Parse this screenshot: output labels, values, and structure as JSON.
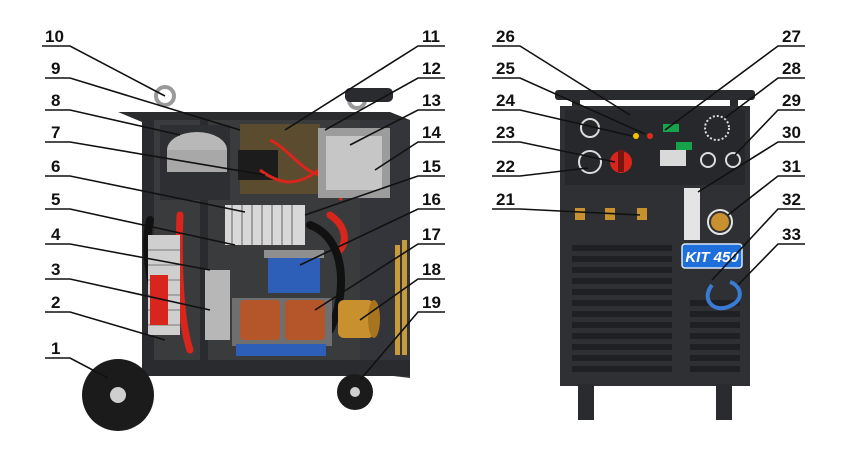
{
  "figure": {
    "left_view": "machine-interior-side",
    "right_view": "machine-front-panel"
  },
  "brand_badge": {
    "text": "KIT 450",
    "color": "#1e6fd9"
  },
  "colors": {
    "cabinet": "#3a3b3d",
    "cabinet_dark": "#262729",
    "panel": "#2f3033",
    "transformer_copper": "#b5552a",
    "coil_blue": "#2e5fb8",
    "red_parts": "#d8261c",
    "brass": "#c8902e",
    "tire": "#1b1b1b",
    "hub": "#cfcfcf"
  },
  "callouts": [
    {
      "id": "c1",
      "label": "1"
    },
    {
      "id": "c2",
      "label": "2"
    },
    {
      "id": "c3",
      "label": "3"
    },
    {
      "id": "c4",
      "label": "4"
    },
    {
      "id": "c5",
      "label": "5"
    },
    {
      "id": "c6",
      "label": "6"
    },
    {
      "id": "c7",
      "label": "7"
    },
    {
      "id": "c8",
      "label": "8"
    },
    {
      "id": "c9",
      "label": "9"
    },
    {
      "id": "c10",
      "label": "10"
    },
    {
      "id": "c11",
      "label": "11"
    },
    {
      "id": "c12",
      "label": "12"
    },
    {
      "id": "c13",
      "label": "13"
    },
    {
      "id": "c14",
      "label": "14"
    },
    {
      "id": "c15",
      "label": "15"
    },
    {
      "id": "c16",
      "label": "16"
    },
    {
      "id": "c17",
      "label": "17"
    },
    {
      "id": "c18",
      "label": "18"
    },
    {
      "id": "c19",
      "label": "19"
    },
    {
      "id": "c21",
      "label": "21"
    },
    {
      "id": "c22",
      "label": "22"
    },
    {
      "id": "c23",
      "label": "23"
    },
    {
      "id": "c24",
      "label": "24"
    },
    {
      "id": "c25",
      "label": "25"
    },
    {
      "id": "c26",
      "label": "26"
    },
    {
      "id": "c27",
      "label": "27"
    },
    {
      "id": "c28",
      "label": "28"
    },
    {
      "id": "c29",
      "label": "29"
    },
    {
      "id": "c30",
      "label": "30"
    },
    {
      "id": "c31",
      "label": "31"
    },
    {
      "id": "c32",
      "label": "32"
    },
    {
      "id": "c33",
      "label": "33"
    }
  ]
}
